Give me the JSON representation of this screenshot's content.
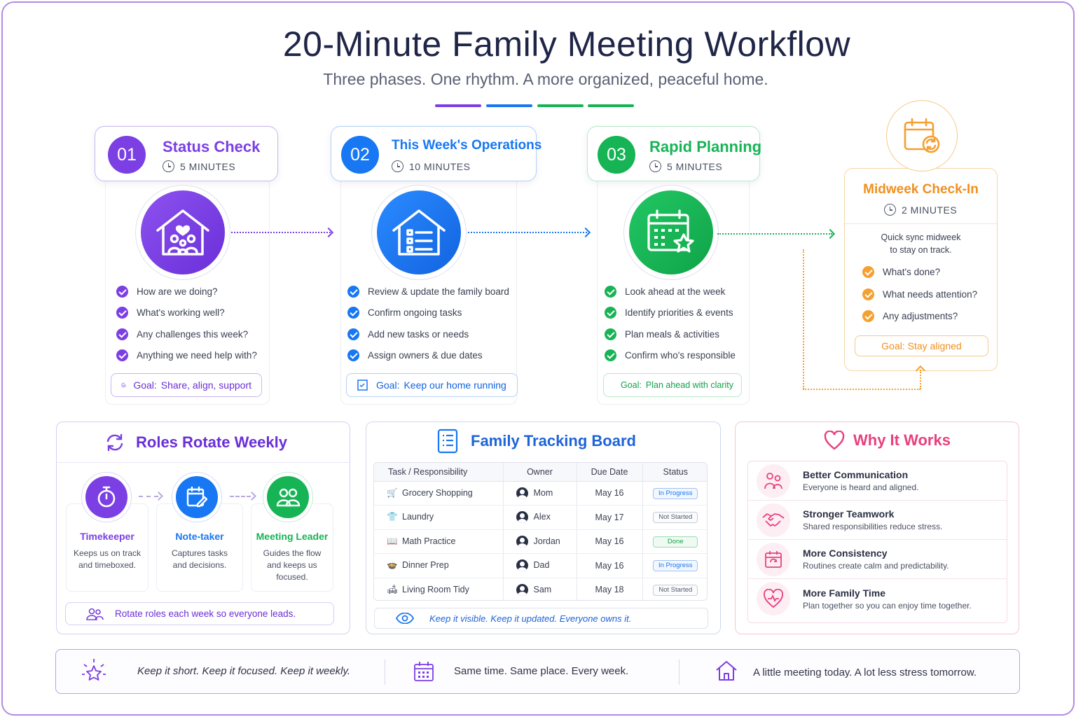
{
  "header": {
    "title": "20-Minute Family Meeting Workflow",
    "subtitle": "Three phases. One rhythm. A more organized, peaceful home."
  },
  "colors": {
    "purple": "#7b3fe4",
    "blue": "#1877f2",
    "green": "#16b455",
    "orange": "#f5a030",
    "pink": "#e8407d"
  },
  "phases": [
    {
      "num": "01",
      "title": "Status Check",
      "time": "5 MINUTES",
      "icon": "home-family-icon",
      "items": [
        "How are we doing?",
        "What's working well?",
        "Any challenges this week?",
        "Anything we need help with?"
      ],
      "goal_label": "Goal:",
      "goal_text": "Share, align, support"
    },
    {
      "num": "02",
      "title": "This Week's Operations",
      "time": "10 MINUTES",
      "icon": "home-list-icon",
      "items": [
        "Review & update the family board",
        "Confirm ongoing tasks",
        "Add new tasks or needs",
        "Assign owners & due dates"
      ],
      "goal_label": "Goal:",
      "goal_text": "Keep our home running"
    },
    {
      "num": "03",
      "title": "Rapid Planning",
      "time": "5 MINUTES",
      "icon": "calendar-star-icon",
      "items": [
        "Look ahead at the week",
        "Identify priorities & events",
        "Plan meals & activities",
        "Confirm who's responsible"
      ],
      "goal_label": "Goal:",
      "goal_text": "Plan ahead with clarity"
    }
  ],
  "midweek": {
    "title": "Midweek Check-In",
    "time": "2 MINUTES",
    "desc_line1": "Quick sync midweek",
    "desc_line2": "to stay on track.",
    "items": [
      "What's done?",
      "What needs attention?",
      "Any adjustments?"
    ],
    "goal": "Goal: Stay aligned"
  },
  "roles": {
    "title": "Roles Rotate Weekly",
    "cards": [
      {
        "name": "Timekeeper",
        "desc1": "Keeps us on track",
        "desc2": "and timeboxed.",
        "desc3": ""
      },
      {
        "name": "Note-taker",
        "desc1": "Captures tasks",
        "desc2": "and decisions.",
        "desc3": ""
      },
      {
        "name": "Meeting Leader",
        "desc1": "Guides the flow",
        "desc2": "and keeps us",
        "desc3": "focused."
      }
    ],
    "note": "Rotate roles each week so everyone leads."
  },
  "board": {
    "title": "Family Tracking Board",
    "columns": [
      "Task / Responsibility",
      "Owner",
      "Due Date",
      "Status"
    ],
    "rows": [
      {
        "task": "Grocery Shopping",
        "icon": "cart-icon",
        "owner": "Mom",
        "due": "May 16",
        "status": "In Progress"
      },
      {
        "task": "Laundry",
        "icon": "shirt-icon",
        "owner": "Alex",
        "due": "May 17",
        "status": "Not Started"
      },
      {
        "task": "Math Practice",
        "icon": "book-icon",
        "owner": "Jordan",
        "due": "May 16",
        "status": "Done"
      },
      {
        "task": "Dinner Prep",
        "icon": "pot-icon",
        "owner": "Dad",
        "due": "May 16",
        "status": "In Progress"
      },
      {
        "task": "Living Room Tidy",
        "icon": "sofa-icon",
        "owner": "Sam",
        "due": "May 18",
        "status": "Not Started"
      }
    ],
    "note": "Keep it visible. Keep it updated. Everyone owns it."
  },
  "why": {
    "title": "Why It Works",
    "items": [
      {
        "title": "Better Communication",
        "desc": "Everyone is heard and aligned."
      },
      {
        "title": "Stronger Teamwork",
        "desc": "Shared responsibilities reduce stress."
      },
      {
        "title": "More Consistency",
        "desc": "Routines create calm and predictability."
      },
      {
        "title": "More Family Time",
        "desc": "Plan together so you can enjoy time together."
      }
    ]
  },
  "footer": {
    "left": "Keep it short.  Keep it focused.  Keep it weekly.",
    "middle": "Same  time.  Same place.  Every week.",
    "right": "A little meeting today.  A lot less stress tomorrow."
  }
}
